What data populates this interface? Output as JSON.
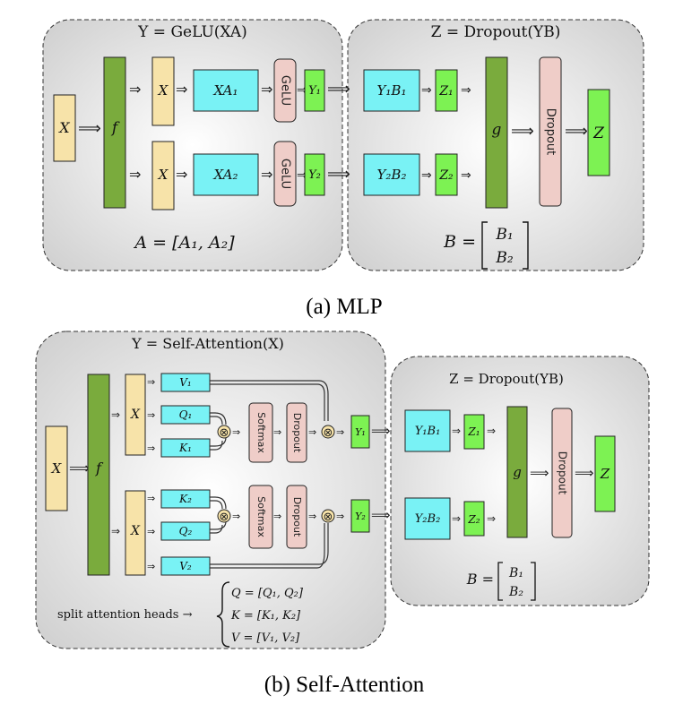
{
  "colors": {
    "x_box": "#f7e3a9",
    "f_box": "#7aab3d",
    "linear_box": "#79f2f5",
    "act_box": "#efcdc8",
    "y_box": "#7df253",
    "panel_edge": "#d8d8d8",
    "panel_center": "#ffffff"
  },
  "mlp": {
    "left_title": "Y = GeLU(XA)",
    "right_title": "Z = Dropout(YB)",
    "input": "X",
    "f": "f",
    "x_top": "X",
    "x_bottom": "X",
    "xa1": "XA₁",
    "xa2": "XA₂",
    "gelu_top": "GeLU",
    "gelu_bottom": "GeLU",
    "y1": "Y₁",
    "y2": "Y₂",
    "y1b1": "Y₁B₁",
    "y2b2": "Y₂B₂",
    "z1": "Z₁",
    "z2": "Z₂",
    "g": "g",
    "dropout": "Dropout",
    "z": "Z",
    "a_eq": "A = [A₁, A₂]",
    "b_lhs": "B =",
    "b1": "B₁",
    "b2": "B₂",
    "caption": "(a) MLP"
  },
  "attention": {
    "left_title": "Y = Self-Attention(X)",
    "right_title": "Z = Dropout(YB)",
    "input": "X",
    "f": "f",
    "x_top": "X",
    "x_bottom": "X",
    "v1": "V₁",
    "q1": "Q₁",
    "k1": "K₁",
    "k2": "K₂",
    "q2": "Q₂",
    "v2": "V₂",
    "times": "⊗",
    "softmax_top": "Softmax",
    "softmax_bottom": "Softmax",
    "dropout_top": "Dropout",
    "dropout_bottom": "Dropout",
    "y1": "Y₁",
    "y2": "Y₂",
    "y1b1": "Y₁B₁",
    "y2b2": "Y₂B₂",
    "z1": "Z₁",
    "z2": "Z₂",
    "g": "g",
    "dropout_right": "Dropout",
    "z": "Z",
    "split_label": "split attention heads →",
    "q_eq": "Q = [Q₁, Q₂]",
    "k_eq": "K = [K₁, K₂]",
    "v_eq": "V = [V₁, V₂]",
    "b_lhs": "B =",
    "b1": "B₁",
    "b2": "B₂",
    "caption": "(b) Self-Attention"
  }
}
